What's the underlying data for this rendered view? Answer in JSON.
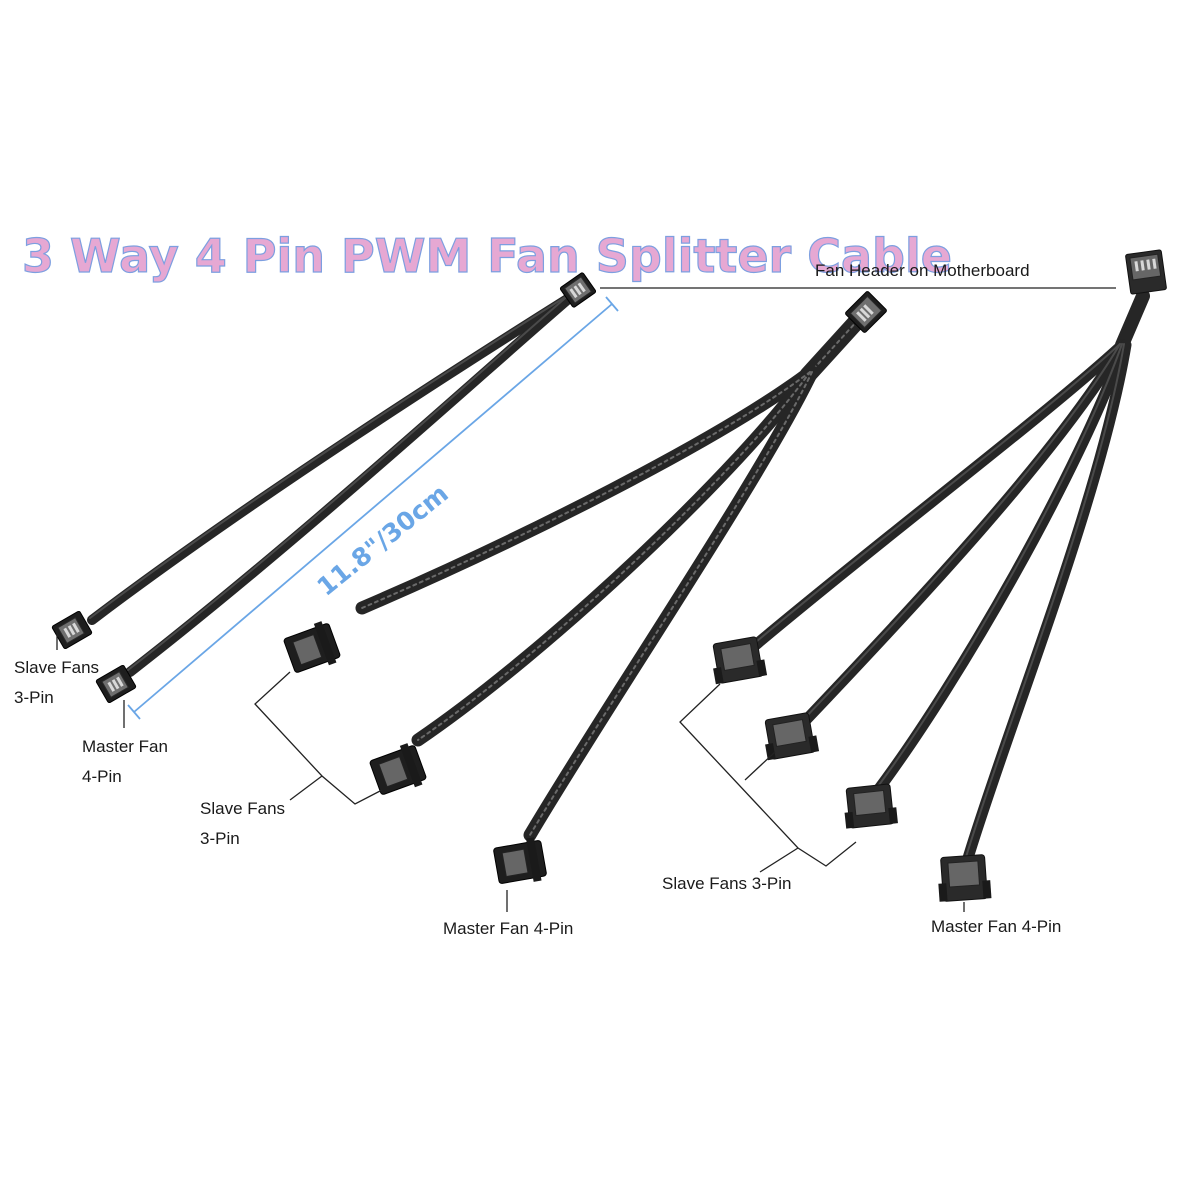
{
  "title": "3 Way 4 Pin PWM Fan Splitter Cable",
  "length_label": "11.8\"/30cm",
  "header_label": "Fan Header on Motherboard",
  "left": {
    "slave_label_line1": "Slave Fans",
    "slave_label_line2": "3-Pin",
    "master_label_line1": "Master Fan",
    "master_label_line2": "4-Pin"
  },
  "middle": {
    "slave_label_line1": "Slave Fans",
    "slave_label_line2": "3-Pin",
    "master_label": "Master Fan 4-Pin"
  },
  "right": {
    "slave_label": "Slave Fans 3-Pin",
    "master_label": "Master Fan 4-Pin"
  },
  "colors": {
    "title_fill": "#e6a8d3",
    "title_outline": "#7d9fe0",
    "dimension": "#6aa6e6",
    "cable": "#262626"
  }
}
